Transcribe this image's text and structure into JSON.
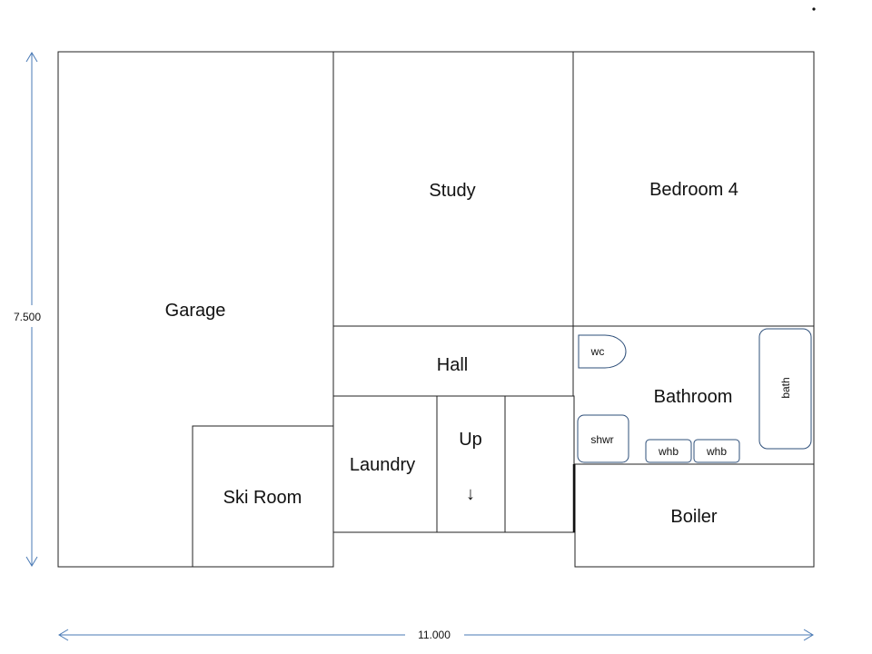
{
  "rooms": {
    "garage": "Garage",
    "study": "Study",
    "bedroom4": "Bedroom 4",
    "hall": "Hall",
    "bathroom": "Bathroom",
    "laundry": "Laundry",
    "stairs_up": "Up",
    "stairs_arrow": "↓",
    "ski_room": "Ski Room",
    "boiler": "Boiler"
  },
  "fixtures": {
    "wc": "wc",
    "shower": "shwr",
    "basin_1": "whb",
    "basin_2": "whb",
    "bath": "bath"
  },
  "dimensions": {
    "height": "7.500",
    "width": "11.000",
    "color": "#4a7ab5"
  }
}
